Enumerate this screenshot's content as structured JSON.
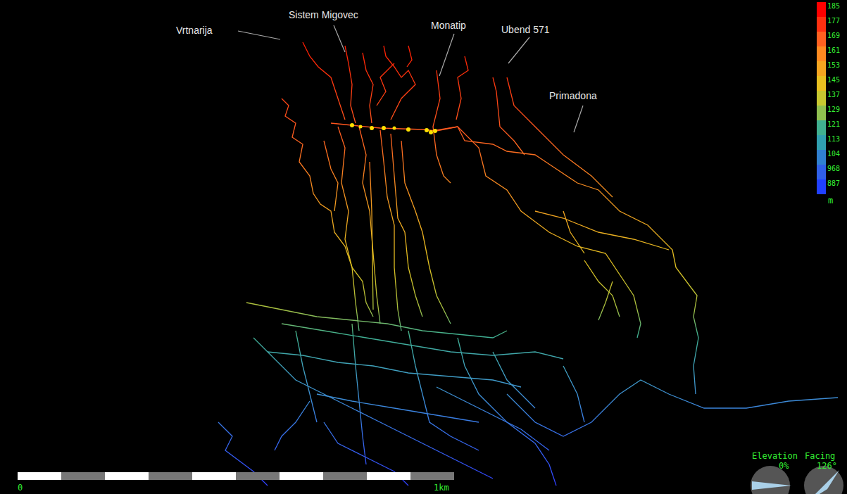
{
  "diagram": {
    "labels": [
      "Sistem Migovec",
      "Monatip",
      "Vrtnarija",
      "Ubend 571",
      "Primadona",
      "m",
      "0",
      "1km",
      "Elevation",
      "0%",
      "Facing",
      "126°"
    ],
    "legend": [
      {
        "text": "185",
        "color": "#ff0000"
      },
      {
        "text": "177",
        "color": "#ff3010"
      },
      {
        "text": "169",
        "color": "#ff6020"
      },
      {
        "text": "161",
        "color": "#ff8a20"
      },
      {
        "text": "153",
        "color": "#f5a520"
      },
      {
        "text": "145",
        "color": "#e8c020"
      },
      {
        "text": "137",
        "color": "#c8c830"
      },
      {
        "text": "129",
        "color": "#90c050"
      },
      {
        "text": "121",
        "color": "#40b090"
      },
      {
        "text": "113",
        "color": "#30a0b0"
      },
      {
        "text": "104",
        "color": "#3080d0"
      },
      {
        "text": "968",
        "color": "#3060e8"
      },
      {
        "text": "887",
        "color": "#2040ff"
      }
    ]
  }
}
